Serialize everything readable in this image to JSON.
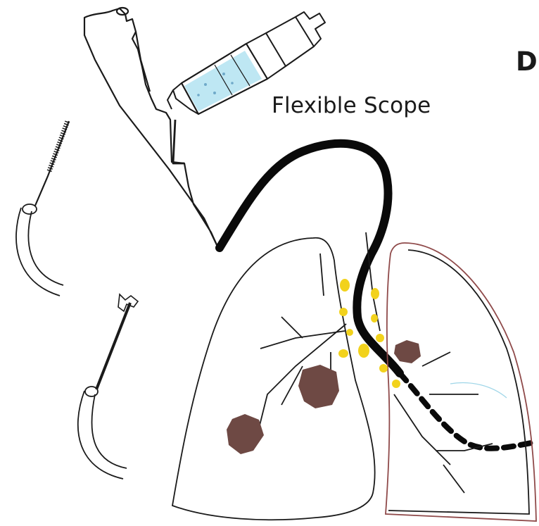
{
  "labels": {
    "scope": "Flexible Scope",
    "heading_fragment": "D"
  },
  "colors": {
    "ink": "#1a1a1a",
    "lymph_node": "#f2d21c",
    "tumor": "#6e4944",
    "syringe_fluid": "#b7e4f2",
    "pleura_outline": "#8f4a4a",
    "background": "#ffffff"
  },
  "elements": [
    "bronchoscope-handle",
    "syringe",
    "flexible-scope-tube",
    "right-lung",
    "left-lung",
    "lymph-nodes",
    "tumors",
    "cytology-brush-tool",
    "biopsy-forceps-tool"
  ]
}
